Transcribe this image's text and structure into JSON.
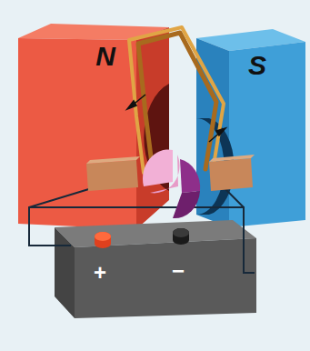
{
  "diagram": {
    "nodes": [
      {
        "text": [
          "N"
        ]
      },
      {
        "text": [
          "S"
        ]
      },
      {
        "text": [
          "+",
          "−"
        ]
      }
    ]
  }
}
